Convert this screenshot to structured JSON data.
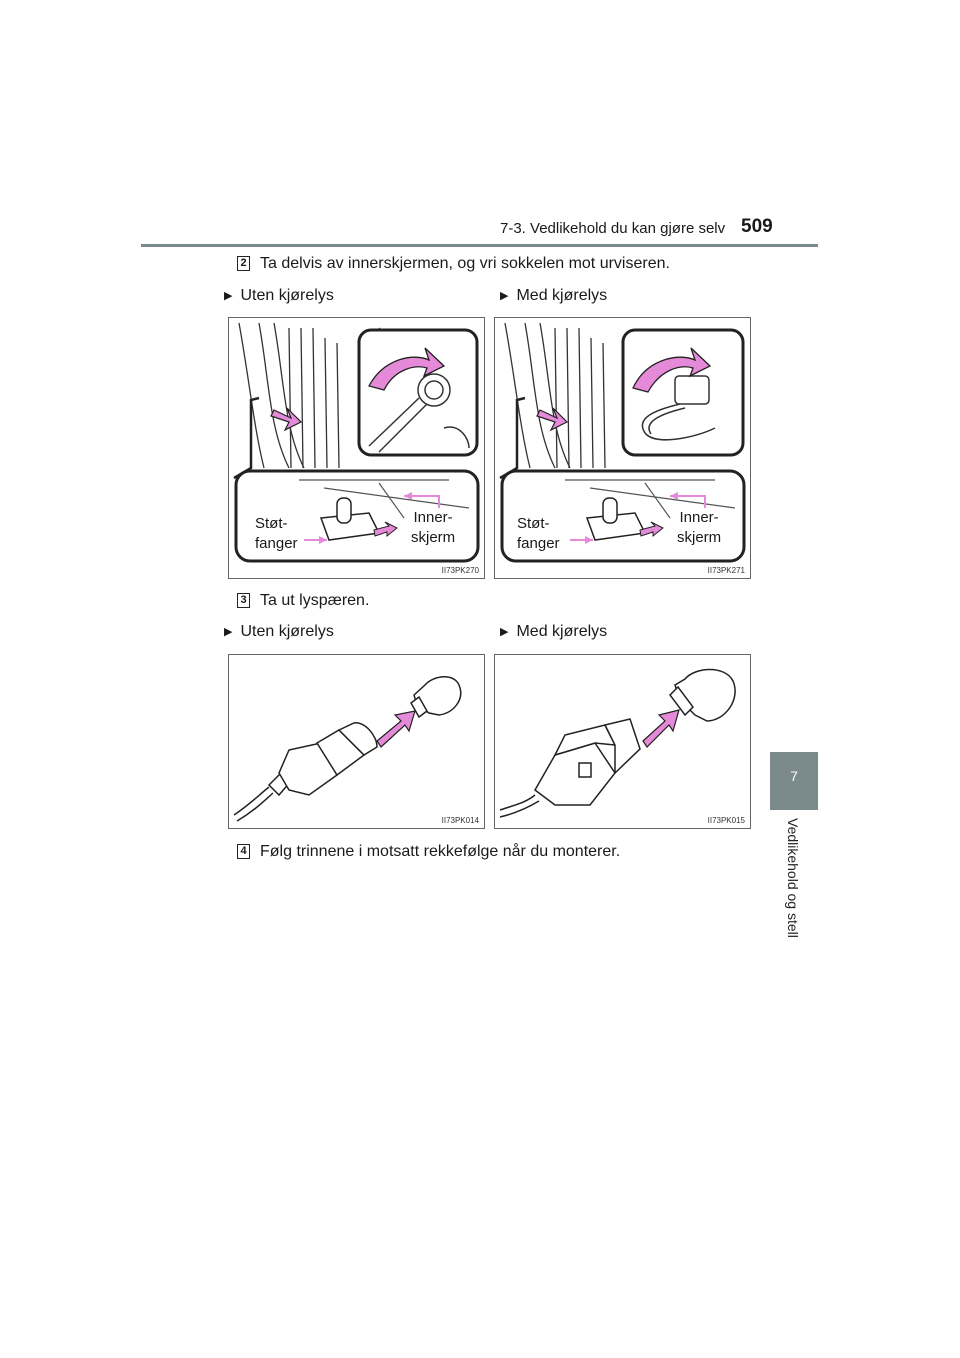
{
  "header": {
    "section": "7-3. Vedlikehold du kan gjøre selv",
    "page_number": "509"
  },
  "side_tab": {
    "chapter_number": "7",
    "chapter_title": "Vedlikehold og stell"
  },
  "steps": [
    {
      "number": "2",
      "text": "Ta delvis av innerskjermen, og vri sokkelen mot urviseren."
    },
    {
      "number": "3",
      "text": "Ta ut lyspæren."
    },
    {
      "number": "4",
      "text": "Følg trinnene i motsatt rekkefølge når du monterer."
    }
  ],
  "variants": {
    "without": "Uten kjørelys",
    "with": "Med kjørelys"
  },
  "figures": {
    "fig1": {
      "code": "II73PK270",
      "label_left_1": "Støt-",
      "label_left_2": "fanger",
      "label_right_1": "Inner-",
      "label_right_2": "skjerm"
    },
    "fig2": {
      "code": "II73PK271",
      "label_left_1": "Støt-",
      "label_left_2": "fanger",
      "label_right_1": "Inner-",
      "label_right_2": "skjerm"
    },
    "fig3": {
      "code": "II73PK014"
    },
    "fig4": {
      "code": "II73PK015"
    }
  }
}
